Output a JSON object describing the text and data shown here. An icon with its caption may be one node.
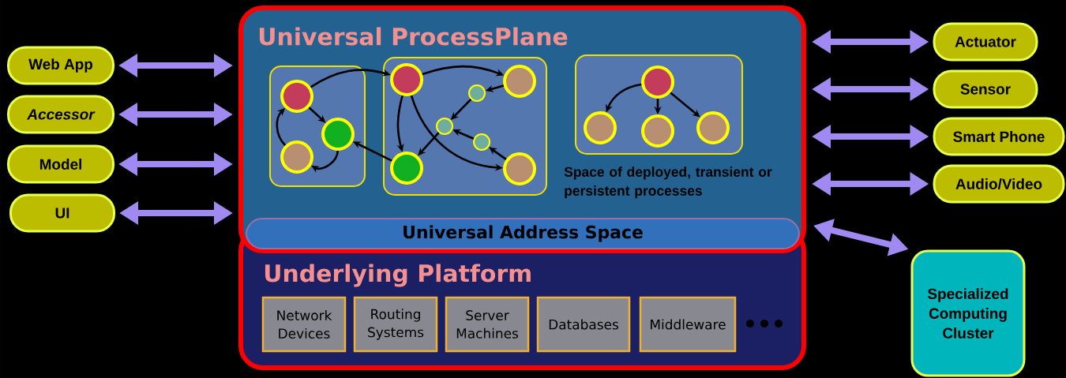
{
  "diagram": {
    "nodes": [
      {
        "text": [
          "Universal ProcessPlane",
          "Space of deployed, transient or persistent processes"
        ]
      },
      {
        "text": [
          "Universal Address Space"
        ],
        "in": 0
      },
      {
        "text": [
          "Underlying Platform"
        ]
      },
      {
        "text": [
          "Network Devices"
        ],
        "in": 2
      },
      {
        "text": [
          "Routing Systems"
        ],
        "in": 2
      },
      {
        "text": [
          "Server Machines"
        ],
        "in": 2
      },
      {
        "text": [
          "Databases"
        ],
        "in": 2
      },
      {
        "text": [
          "Middleware"
        ],
        "in": 2
      },
      {
        "text": [
          "Web App"
        ]
      },
      {
        "text": [
          "Accessor"
        ]
      },
      {
        "text": [
          "Model"
        ]
      },
      {
        "text": [
          "UI"
        ]
      },
      {
        "text": [
          "Actuator"
        ]
      },
      {
        "text": [
          "Sensor"
        ]
      },
      {
        "text": [
          "Smart Phone"
        ]
      },
      {
        "text": [
          "Audio/Video"
        ]
      },
      {
        "text": [
          "Specialized Computing Cluster"
        ]
      },
      {
        "text": [],
        "shape": "box",
        "in": 0
      },
      {
        "text": [],
        "shape": "box",
        "in": 0
      },
      {
        "text": [],
        "shape": "box",
        "in": 0
      },
      {
        "text": [],
        "shape": "circle",
        "in": 17
      },
      {
        "text": [],
        "shape": "circle",
        "in": 17
      },
      {
        "text": [],
        "shape": "circle",
        "in": 17
      },
      {
        "text": [],
        "shape": "circle",
        "in": 18
      },
      {
        "text": [],
        "shape": "circle",
        "in": 18
      },
      {
        "text": [],
        "shape": "circle",
        "in": 18
      },
      {
        "text": [],
        "shape": "circle",
        "in": 18
      },
      {
        "text": [],
        "shape": "circle",
        "in": 18
      },
      {
        "text": [],
        "shape": "circle",
        "in": 18
      },
      {
        "text": [],
        "shape": "circle",
        "in": 18
      },
      {
        "text": [],
        "shape": "circle",
        "in": 19
      },
      {
        "text": [],
        "shape": "circle",
        "in": 19
      },
      {
        "text": [],
        "shape": "circle",
        "in": 19
      },
      {
        "text": [],
        "shape": "circle",
        "in": 19
      }
    ],
    "edges": [
      {
        "from": 8,
        "to": 0,
        "arrow": "both",
        "style": "thick",
        "color": "#a08af2"
      },
      {
        "from": 9,
        "to": 0,
        "arrow": "both",
        "style": "thick",
        "color": "#a08af2"
      },
      {
        "from": 10,
        "to": 0,
        "arrow": "both",
        "style": "thick",
        "color": "#a08af2"
      },
      {
        "from": 11,
        "to": 0,
        "arrow": "both",
        "style": "thick",
        "color": "#a08af2"
      },
      {
        "from": 12,
        "to": 0,
        "arrow": "both",
        "style": "thick",
        "color": "#a08af2"
      },
      {
        "from": 13,
        "to": 0,
        "arrow": "both",
        "style": "thick",
        "color": "#a08af2"
      },
      {
        "from": 14,
        "to": 0,
        "arrow": "both",
        "style": "thick",
        "color": "#a08af2"
      },
      {
        "from": 15,
        "to": 0,
        "arrow": "both",
        "style": "thick",
        "color": "#a08af2"
      },
      {
        "from": 16,
        "to": 0,
        "arrow": "both",
        "style": "thick",
        "color": "#a08af2"
      },
      {
        "from": 20,
        "to": 21,
        "arrow": "to"
      },
      {
        "from": 21,
        "to": 22,
        "arrow": "to"
      },
      {
        "from": 22,
        "to": 20,
        "arrow": "to"
      },
      {
        "from": 20,
        "to": 23,
        "arrow": "to"
      },
      {
        "from": 28,
        "to": 21,
        "arrow": "to"
      },
      {
        "from": 23,
        "to": 24,
        "arrow": "to"
      },
      {
        "from": 24,
        "to": 25,
        "arrow": "to"
      },
      {
        "from": 25,
        "to": 26,
        "arrow": "to"
      },
      {
        "from": 26,
        "to": 28,
        "arrow": "to"
      },
      {
        "from": 27,
        "to": 26,
        "arrow": "to"
      },
      {
        "from": 29,
        "to": 27,
        "arrow": "to"
      },
      {
        "from": 23,
        "to": 28,
        "arrow": "to"
      },
      {
        "from": 23,
        "to": 29,
        "arrow": "to"
      },
      {
        "from": 30,
        "to": 31,
        "arrow": "to"
      },
      {
        "from": 30,
        "to": 32,
        "arrow": "to"
      },
      {
        "from": 30,
        "to": 33,
        "arrow": "to"
      }
    ]
  }
}
